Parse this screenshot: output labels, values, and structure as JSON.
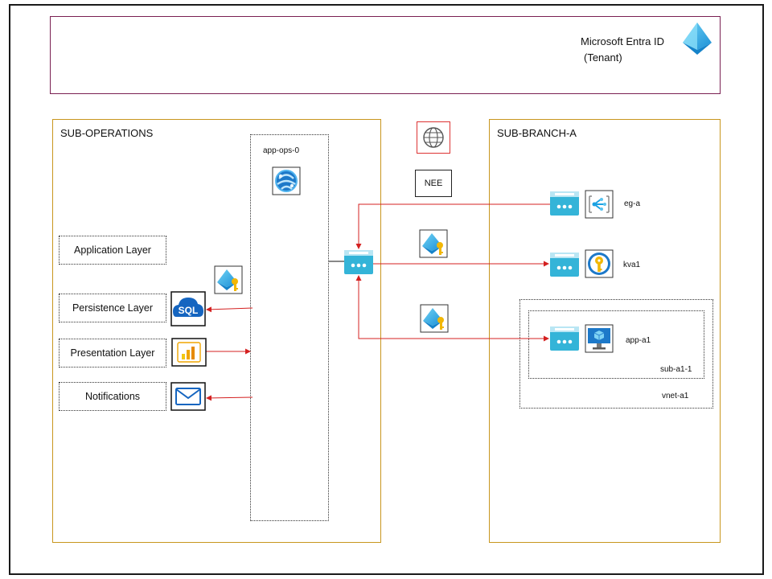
{
  "tenant": {
    "title": "Microsoft Entra ID",
    "subtitle": "(Tenant)",
    "icon": "entra-id-icon"
  },
  "sub_operations": {
    "title": "SUB-OPERATIONS",
    "app_service": {
      "label": "app-ops-0",
      "icon": "app-service-icon"
    },
    "layers": [
      {
        "label": "Application Layer"
      },
      {
        "label": "Persistence Layer",
        "icon": "sql-database-icon",
        "icon_text": "SQL"
      },
      {
        "label": "Presentation Layer",
        "icon": "power-bi-icon"
      },
      {
        "label": "Notifications",
        "icon": "email-icon"
      }
    ],
    "identity_icon": "managed-identity-icon"
  },
  "middle": {
    "globe_icon": "globe-icon",
    "nee_label": "NEE",
    "private_endpoint_icon": "private-endpoint-icon"
  },
  "sub_branch_a": {
    "title": "SUB-BRANCH-A",
    "resources": [
      {
        "label": "eg-a",
        "icon": "event-grid-icon"
      },
      {
        "label": "kva1",
        "icon": "key-vault-icon"
      },
      {
        "label": "app-a1",
        "icon": "virtual-machine-icon"
      }
    ],
    "subnet_label": "sub-a1-1",
    "vnet_label": "vnet-a1"
  },
  "colors": {
    "arrow": "#d42020",
    "azure_blue": "#1ba1e2",
    "endpoint_teal": "#34b4d8",
    "subscription_border": "#c8961e",
    "tenant_border": "#7a2052"
  }
}
